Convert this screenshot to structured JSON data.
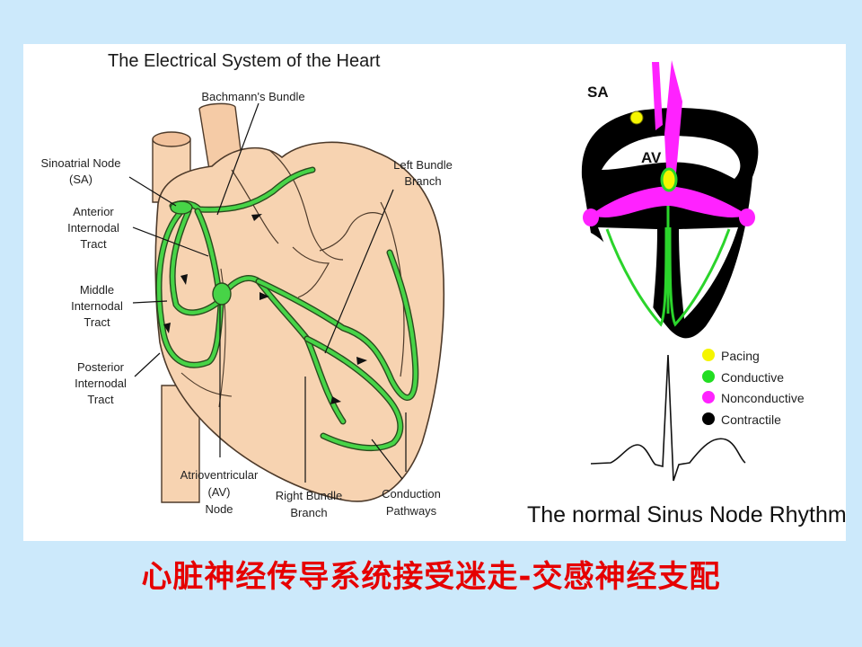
{
  "heart_diagram": {
    "title": "The Electrical System of the Heart",
    "labels": {
      "bachmann": "Bachmann's Bundle",
      "sa_line1": "Sinoatrial Node",
      "sa_line2": "(SA)",
      "ant_line1": "Anterior",
      "ant_line2": "Internodal",
      "ant_line3": "Tract",
      "mid_line1": "Middle",
      "mid_line2": "Internodal",
      "mid_line3": "Tract",
      "post_line1": "Posterior",
      "post_line2": "Internodal",
      "post_line3": "Tract",
      "lbb_line1": "Left Bundle",
      "lbb_line2": "Branch",
      "av_line1": "Atrioventricular",
      "av_line2": "(AV)",
      "av_line3": "Node",
      "rbb_line1": "Right Bundle",
      "rbb_line2": "Branch",
      "cp_line1": "Conduction",
      "cp_line2": "Pathways"
    }
  },
  "schematic": {
    "sa_label": "SA",
    "av_label": "AV",
    "legend": [
      {
        "label": "Pacing",
        "color": "#f5f500"
      },
      {
        "label": "Conductive",
        "color": "#22dd22"
      },
      {
        "label": "Nonconductive",
        "color": "#ff22ff"
      },
      {
        "label": "Contractile",
        "color": "#000000"
      }
    ],
    "rhythm_title": "The normal Sinus Node Rhythm"
  },
  "caption": "心脏神经传导系统接受迷走-交感神经支配"
}
